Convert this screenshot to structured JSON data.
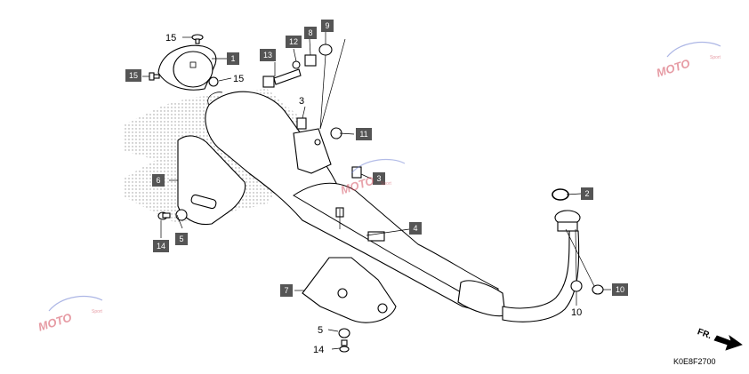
{
  "diagram": {
    "code": "K0E8F2700",
    "front_indicator": "FR.",
    "colors": {
      "callout_box": "#555555",
      "watermark": "#d24a5a",
      "stipple": "#9a9a9a"
    }
  },
  "callouts": {
    "p1": "1",
    "p2": "2",
    "p3a": "3",
    "p3b": "3",
    "p4": "4",
    "p5a": "5",
    "p5b": "5",
    "p6": "6",
    "p7": "7",
    "p8": "8",
    "p9": "9",
    "p10a": "10",
    "p10b": "10",
    "p11": "11",
    "p12": "12",
    "p13": "13",
    "p14a": "14",
    "p14b": "14",
    "p15a": "15",
    "p15b": "15",
    "p15c": "15"
  },
  "watermark": {
    "text": "MOTO",
    "subtext": "Sport"
  }
}
